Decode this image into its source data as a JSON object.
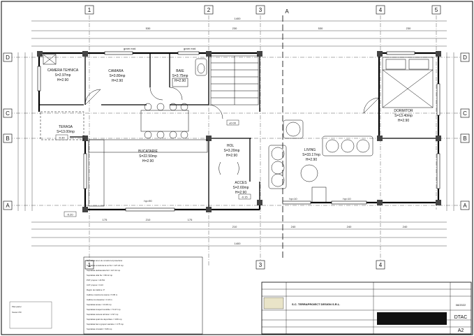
{
  "grid_axes": {
    "numbers": [
      "1",
      "2",
      "3",
      "4",
      "5"
    ],
    "letters": [
      "A",
      "B",
      "C",
      "D"
    ]
  },
  "section_mark": "A",
  "overall_width": "1400",
  "top_dims": [
    "530",
    "230",
    "530",
    "230"
  ],
  "bottom_dims": [
    "175",
    "210",
    "175",
    "210",
    "240",
    "240",
    "240"
  ],
  "rooms": [
    {
      "name": "CAMERA TEHNICA",
      "area": "S=2.97mp",
      "height": "H=2.90"
    },
    {
      "name": "CAMARA",
      "area": "S=3.80mp",
      "height": "H=2.90"
    },
    {
      "name": "BAIE",
      "area": "S=3.75mp",
      "height": "H=2.90"
    },
    {
      "name": "DORMITOR",
      "area": "S=13.40mp",
      "height": "H=2.90"
    },
    {
      "name": "TERASA",
      "area": "S=13.00mp",
      "height": ""
    },
    {
      "name": "BUCATARIE",
      "area": "S=22.50mp",
      "height": "H=2.90"
    },
    {
      "name": "HOL",
      "area": "S=3.20mp",
      "height": "H=2.90"
    },
    {
      "name": "LIVING",
      "area": "S=33.17mp",
      "height": "H=2.90"
    },
    {
      "name": "ACCES",
      "area": "S=2.60mp",
      "height": "H=2.90"
    }
  ],
  "levels": [
    "-0.30",
    "±0.00",
    "-0.15",
    "-0.20"
  ],
  "window_labels": [
    "gram mat.",
    "gram mat.",
    "hp=90",
    "hp=10",
    "hp=10"
  ],
  "notes": [
    "Suprafata teren de construit al proiectului",
    "Suprafata construita la sol Sc = 127.22 mp",
    "Suprafata desfasurata Sd = 127.22 mp",
    "Suprafata utila Su = 98.12 mp",
    "POT propus = 23.5%",
    "CUT propus = 0.23",
    "Regim de inaltime: P",
    "Inaltime maxima la coama = 5.95 m",
    "Inaltime la streasina = 3.10 m",
    "Suprafata terase = 13.00 mp",
    "Suprafata incaperi locuibile = 72.47 mp",
    "Suprafata camera tehnica = 2.97 mp",
    "Suprafata spatii de depozitare = 3.80 mp",
    "Suprafata bai si grupuri sanitare = 3.75 mp",
    "Suprafata circulatii = 5.80 mp"
  ],
  "title_block": {
    "company": "S.C. TERRAPROIECT DESIGN S.R.L.",
    "drawing_code": "DTAC",
    "sheet": "A2",
    "project_no": "08/2022"
  },
  "side_notes": [
    "Plan parter",
    "Scara 1:50"
  ]
}
